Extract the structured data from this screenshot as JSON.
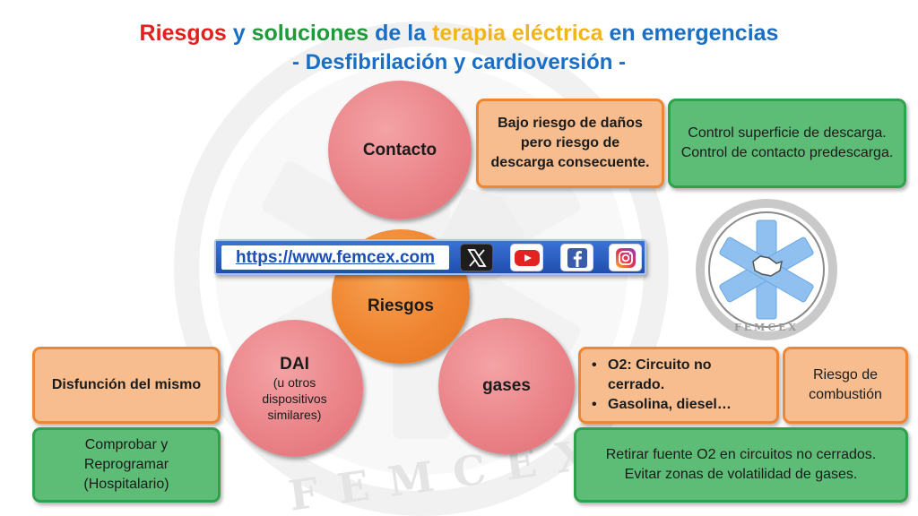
{
  "title": {
    "w1": "Riesgos",
    "w2": "y",
    "w3": "soluciones",
    "w4": "de la",
    "w5": "terapia eléctrica",
    "w6": "en emergencias"
  },
  "subtitle": "- Desfibrilación y cardioversión -",
  "center": {
    "label": "Riesgos"
  },
  "circles": {
    "contacto": "Contacto",
    "dai": "DAI",
    "dai_sub": "(u otros dispositivos similares)",
    "gases": "gases"
  },
  "contacto": {
    "risk": "Bajo riesgo de daños pero riesgo de descarga consecuente.",
    "solution_line1": "Control superficie de descarga.",
    "solution_line2": "Control de contacto predescarga."
  },
  "dai": {
    "risk": "Disfunción del mismo",
    "solution": "Comprobar y Reprogramar (Hospitalario)"
  },
  "gases": {
    "bullets": [
      "O2: Circuito no cerrado.",
      "Gasolina, diesel…"
    ],
    "risk2": "Riesgo de combustión",
    "solution_line1": "Retirar fuente O2 en circuitos no cerrados.",
    "solution_line2": "Evitar zonas de volatilidad de gases."
  },
  "banner": {
    "url": "https://www.femcex.com",
    "icons": [
      "x-icon",
      "youtube-icon",
      "facebook-icon",
      "instagram-icon"
    ]
  },
  "logo": {
    "text": "FEMCEX"
  },
  "watermark": {
    "text": "FEMCEX"
  },
  "colors": {
    "title_red": "#e0221f",
    "title_green": "#1f9a3a",
    "title_blue": "#1a6fc4",
    "title_gold": "#f1b51c",
    "circle_pink": "#ea8489",
    "circle_orange": "#ef8430",
    "box_orange": "#f7bd8e",
    "box_green": "#5dbd77",
    "banner_blue": "#2a5fc4"
  }
}
